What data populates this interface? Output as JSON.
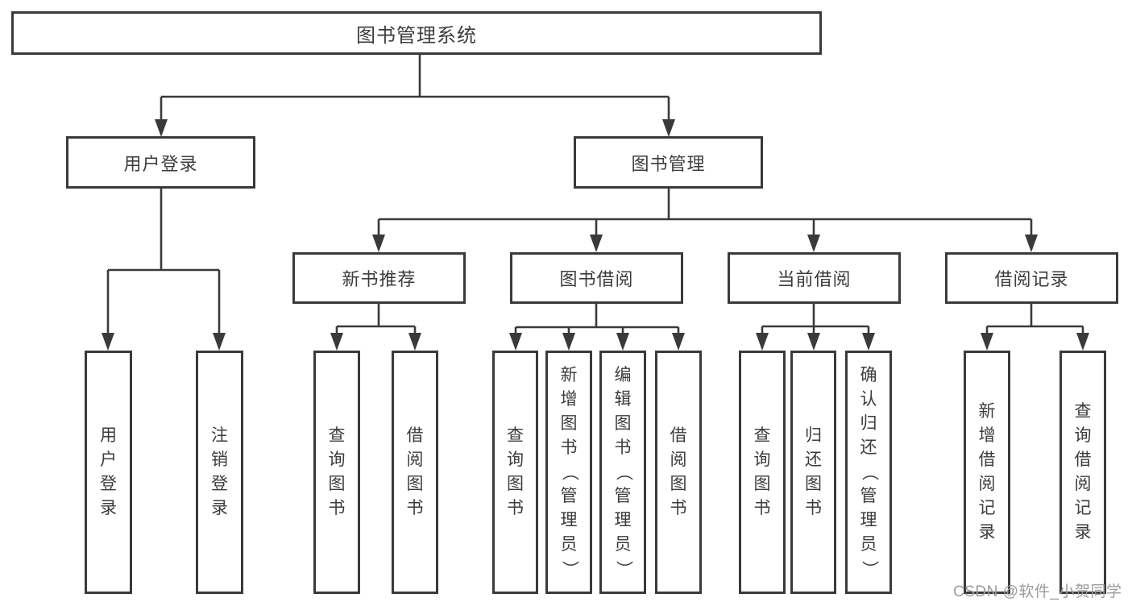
{
  "tree": {
    "root": {
      "label": "图书管理系统",
      "children": [
        {
          "label": "用户登录",
          "children": [
            {
              "label": "用户登录"
            },
            {
              "label": "注销登录"
            }
          ]
        },
        {
          "label": "图书管理",
          "children": [
            {
              "label": "新书推荐",
              "children": [
                {
                  "label": "查询图书"
                },
                {
                  "label": "借阅图书"
                }
              ]
            },
            {
              "label": "图书借阅",
              "children": [
                {
                  "label": "查询图书"
                },
                {
                  "label": "新增图书（管理员）"
                },
                {
                  "label": "编辑图书（管理员）"
                },
                {
                  "label": "借阅图书"
                }
              ]
            },
            {
              "label": "当前借阅",
              "children": [
                {
                  "label": "查询图书"
                },
                {
                  "label": "归还图书"
                },
                {
                  "label": "确认归还（管理员）"
                }
              ]
            },
            {
              "label": "借阅记录",
              "children": [
                {
                  "label": "新增借阅记录"
                },
                {
                  "label": "查询借阅记录"
                }
              ]
            }
          ]
        }
      ]
    }
  },
  "watermark": {
    "text": "CSDN @软件_小贺同学",
    "color": "#9b9b9b"
  },
  "colors": {
    "line": "#3a3a3a",
    "text": "#3c3c3c",
    "background": "#ffffff"
  }
}
